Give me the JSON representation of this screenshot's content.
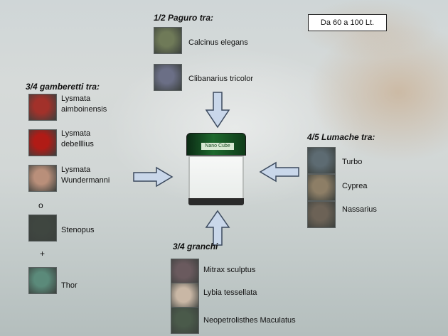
{
  "capacity_label": "Da 60 a 100 Lt.",
  "tank_logo": "Nano Cube",
  "groups": {
    "paguro": {
      "heading": "1/2 Paguro tra:",
      "items": [
        {
          "label": "Calcinus elegans",
          "color": "#6f7a58"
        },
        {
          "label": "Clibanarius tricolor",
          "color": "#6b6f86"
        }
      ]
    },
    "gamberetti": {
      "heading": "3/4 gamberetti tra:",
      "items": [
        {
          "label": "Lysmata\naimboinensis",
          "color": "#a2312a"
        },
        {
          "label": "Lysmata\ndebelllius",
          "color": "#b01b16"
        },
        {
          "label": "Lysmata\nWundermanni",
          "color": "#b98f7a"
        },
        {
          "label": "Stenopus",
          "color": "#3f4640"
        },
        {
          "label": "Thor",
          "color": "#5b8a7a"
        }
      ],
      "separators": [
        "o",
        "+"
      ]
    },
    "lumache": {
      "heading": "4/5 Lumache tra:",
      "items": [
        {
          "label": "Turbo",
          "color": "#5d6b72"
        },
        {
          "label": "Cyprea",
          "color": "#8d7e66"
        },
        {
          "label": "Nassarius",
          "color": "#6c6256"
        }
      ]
    },
    "granchi": {
      "heading": "3/4 granchi",
      "items": [
        {
          "label": "Mitrax sculptus",
          "color": "#6a5a5e"
        },
        {
          "label": "Lybia tessellata",
          "color": "#c9b7a5"
        },
        {
          "label": "Neopetrolisthes Maculatus",
          "color": "#4a5a4a"
        }
      ]
    }
  }
}
